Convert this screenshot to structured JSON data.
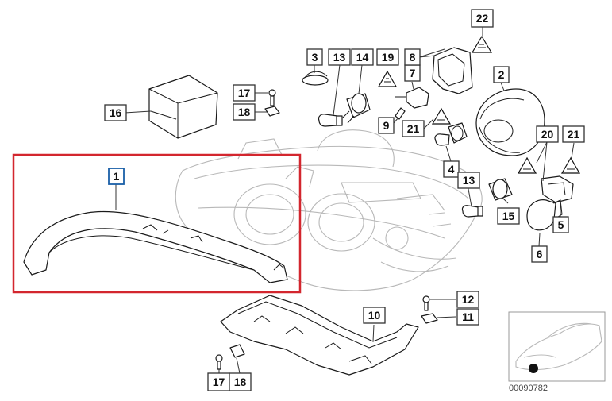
{
  "callouts": {
    "c1": "1",
    "c2": "2",
    "c3": "3",
    "c4": "4",
    "c5": "5",
    "c6": "6",
    "c7": "7",
    "c8": "8",
    "c9": "9",
    "c10": "10",
    "c11": "11",
    "c12": "12",
    "c13a": "13",
    "c13b": "13",
    "c14": "14",
    "c15": "15",
    "c16": "16",
    "c17a": "17",
    "c17b": "17",
    "c18a": "18",
    "c18b": "18",
    "c19": "19",
    "c20": "20",
    "c21a": "21",
    "c21b": "21",
    "c22": "22"
  },
  "reference_code": "00090782",
  "highlight_color": "#d3262e",
  "selected_callout_color": "#1a5fa8"
}
